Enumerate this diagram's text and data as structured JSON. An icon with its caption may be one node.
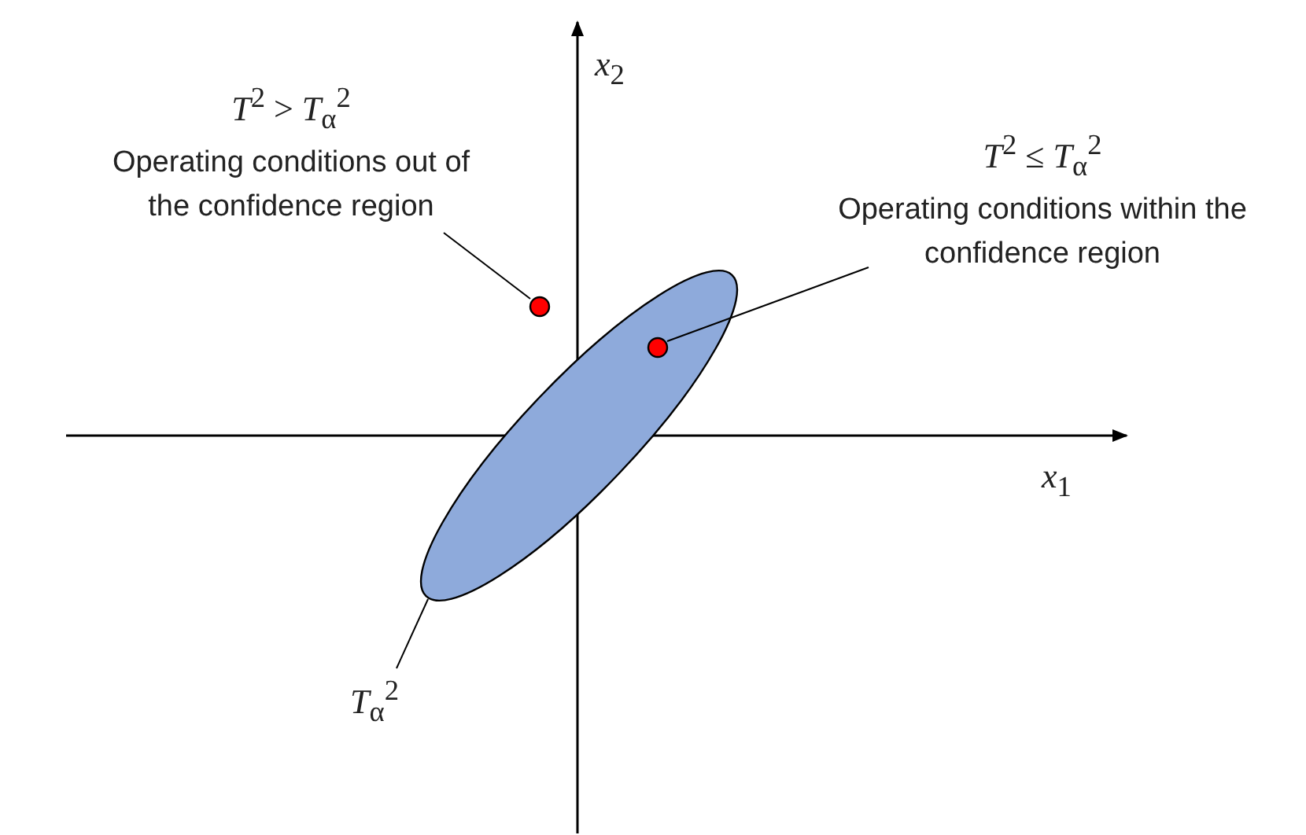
{
  "diagram": {
    "nodes": [
      {
        "text": [
          "*T*$^{2}$ > *T*$_{α}$$^{2}$",
          "Operating conditions out of the confidence region"
        ]
      },
      {
        "text": [],
        "shape": "circle"
      },
      {
        "text": [
          "*T*$^{2}$ ≤ *T*$_{α}$$^{2}$",
          "Operating conditions within the confidence region"
        ]
      },
      {
        "text": [],
        "shape": "ellipse"
      },
      {
        "text": [],
        "shape": "circle",
        "in": 3
      },
      {
        "text": [
          "*T*$_{α}$$^{2}$"
        ]
      }
    ],
    "edges": [
      {
        "from": 0,
        "to": 1,
        "arrow": "none"
      },
      {
        "from": 2,
        "to": 4,
        "arrow": "none"
      },
      {
        "from": 5,
        "to": 3,
        "arrow": "none"
      }
    ],
    "labels": [
      "*x*$_{2}$",
      "*x*$_{1}$"
    ]
  }
}
